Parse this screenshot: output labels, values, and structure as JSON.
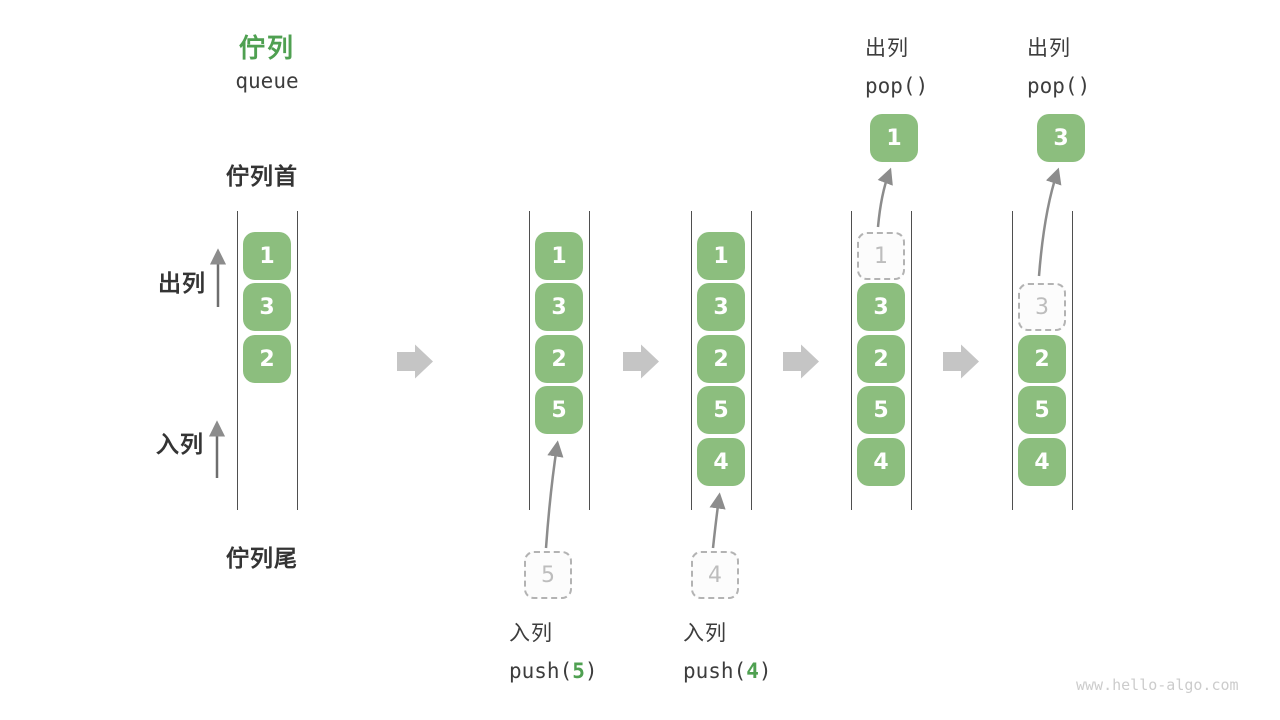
{
  "title": {
    "zh": "佇列",
    "en": "queue"
  },
  "labels": {
    "front": "佇列首",
    "rear": "佇列尾",
    "dequeue": "出列",
    "enqueue": "入列"
  },
  "queues": [
    {
      "cells": [
        "1",
        "3",
        "2"
      ]
    },
    {
      "cells": [
        "1",
        "3",
        "2",
        "5"
      ]
    },
    {
      "cells": [
        "1",
        "3",
        "2",
        "5",
        "4"
      ]
    },
    {
      "ghost": "1",
      "cells": [
        "3",
        "2",
        "5",
        "4"
      ]
    },
    {
      "ghost": "3",
      "cells": [
        "2",
        "5",
        "4"
      ]
    }
  ],
  "push_ops": [
    {
      "label": "入列",
      "code_before": "push(",
      "value": "5",
      "code_after": ")"
    },
    {
      "label": "入列",
      "code_before": "push(",
      "value": "4",
      "code_after": ")"
    }
  ],
  "pop_ops": [
    {
      "label": "出列",
      "code": "pop()",
      "value": "1"
    },
    {
      "label": "出列",
      "code": "pop()",
      "value": "3"
    }
  ],
  "icons": {
    "flow_arrow": "right-block-arrow",
    "up_arrow": "up-arrow",
    "curved_arrow": "curved-arrow"
  },
  "colors": {
    "box_green": "#8cbe7e",
    "accent_green": "#4fa051",
    "dark_text": "#3d3d3d",
    "ghost_border": "#b3b3b3",
    "ghost_text": "#bdbdbd",
    "rail": "#4f4f4f",
    "block_arrow": "#c5c5c5",
    "thin_arrow": "#8c8c8c",
    "watermark_gray": "#cccccc"
  },
  "watermark": "www.hello-algo.com"
}
